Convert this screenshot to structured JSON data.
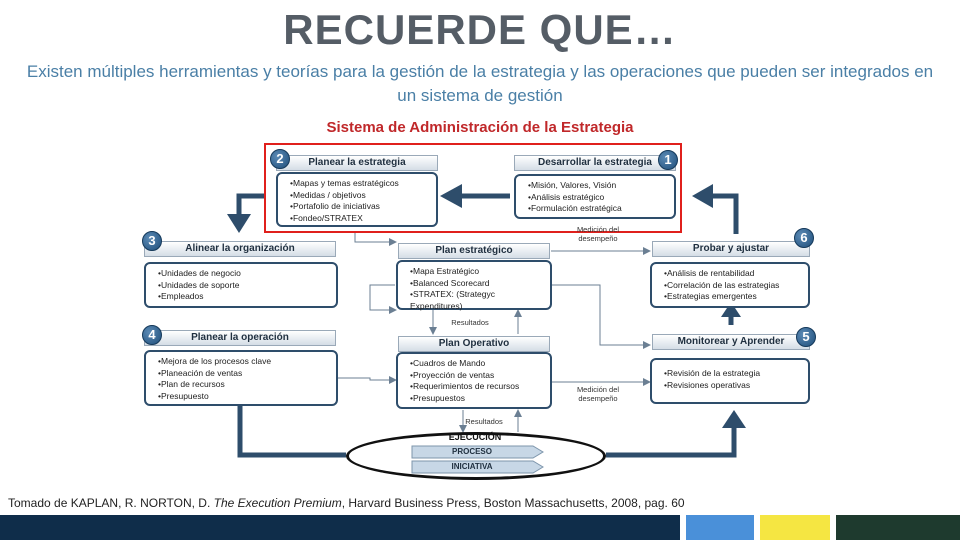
{
  "title": "RECUERDE QUE…",
  "subtitle": "Existen múltiples herramientas y teorías para la gestión de la estrategia y las operaciones que pueden ser integrados en un sistema de gestión",
  "diagram_title": "Sistema de Administración de la Estrategia",
  "stages": {
    "planear": {
      "badge": "2",
      "header": "Planear  la estrategia",
      "items": [
        "Mapas y temas estratégicos",
        "Medidas / objetivos",
        "Portafolio de iniciativas",
        "Fondeo/STRATEX"
      ]
    },
    "desarrollar": {
      "badge": "1",
      "header": "Desarrollar la estrategia",
      "items": [
        "Misión, Valores, Visión",
        "Análisis estratégico",
        "Formulación estratégica"
      ]
    },
    "alinear": {
      "badge": "3",
      "header": "Alinear  la organización",
      "items": [
        "Unidades de negocio",
        "Unidades de soporte",
        "Empleados"
      ]
    },
    "plan_estrategico": {
      "header": "Plan estratégico",
      "items": [
        "Mapa Estratégico",
        "Balanced Scorecard",
        "STRATEX: (Strategyc Expenditures)"
      ]
    },
    "probar": {
      "badge": "6",
      "header": "Probar  y ajustar",
      "items": [
        "Análisis de rentabilidad",
        "Correlación de las estrategias",
        "Estrategias emergentes"
      ]
    },
    "planear_op": {
      "badge": "4",
      "header": "Planear  la operación",
      "items": [
        "Mejora de los procesos clave",
        "Planeación de ventas",
        "Plan de recursos",
        "Presupuesto"
      ]
    },
    "plan_operativo": {
      "header": "Plan Operativo",
      "items": [
        "Cuadros de Mando",
        "Proyección de ventas",
        "Requerimientos de recursos",
        "Presupuestos"
      ]
    },
    "monitorear": {
      "badge": "5",
      "header": "Monitorear  y Aprender",
      "items": [
        "Revisión de la estrategia",
        "Revisiones operativas"
      ]
    }
  },
  "annotations": {
    "medicion_top": "Medición del desempeño",
    "medicion_mid": "Medición del desempeño",
    "resultados_1": "Resultados",
    "resultados_2": "Resultados"
  },
  "execution": {
    "label": "EJECUCIÓN",
    "proceso": "PROCESO",
    "iniciativa": "INICIATIVA"
  },
  "caption": {
    "prefix": "Tomado de KAPLAN, R. NORTON, D. ",
    "book": "The Execution Premium",
    "suffix": ", Harvard Business Press, Boston Massachusetts, 2008, pag. 60"
  },
  "colors": {
    "frame_red": "#e0201c",
    "arrow_dark": "#2e4d6b",
    "title_gray": "#555d66",
    "subtitle_blue": "#4a7fa6",
    "footer_navy": "#0f2d4a",
    "footer_blue": "#4a90d9",
    "footer_yellow": "#f5e642",
    "footer_green": "#1e3a2e"
  }
}
